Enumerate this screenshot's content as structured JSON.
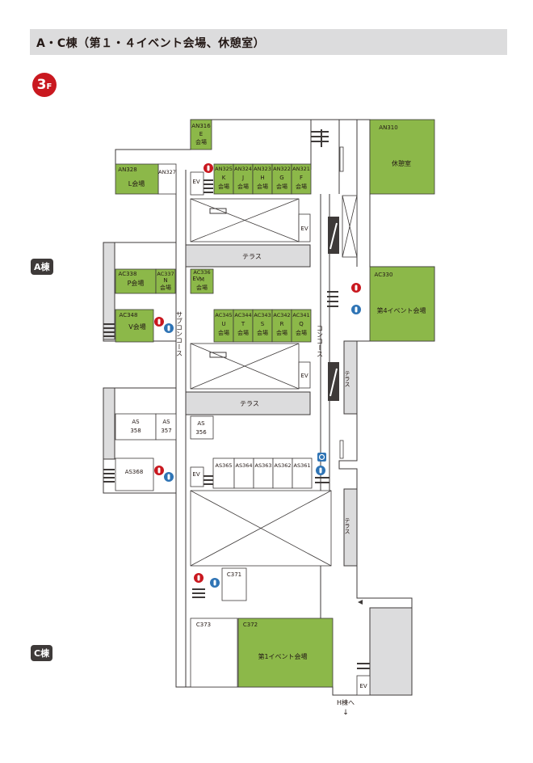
{
  "header": {
    "title": "A・C棟（第１・４イベント会場、休憩室）"
  },
  "floor": {
    "number": "3",
    "suffix": "F"
  },
  "buildings": {
    "a": "A棟",
    "c": "C棟"
  },
  "rooms": {
    "an316": "AN316",
    "an316_letter": "E",
    "an316_kaijo": "会場",
    "an310": "AN310",
    "an310_name": "休憩室",
    "an328": "AN328",
    "an328_name": "L会場",
    "an327": "AN327",
    "an325": "AN325",
    "an325_letter": "K",
    "an324": "AN324",
    "an324_letter": "J",
    "an323": "AN323",
    "an323_letter": "H",
    "an322": "AN322",
    "an322_letter": "G",
    "an321": "AN321",
    "an321_letter": "F",
    "ac338": "AC338",
    "ac338_name": "P会場",
    "ac337": "AC337",
    "ac337_letter": "N",
    "ac336": "AC336",
    "ac336_letter": "M",
    "ac330": "AC330",
    "ac330_name": "第4イベント会場",
    "ac348": "AC348",
    "ac348_name": "V会場",
    "ac345": "AC345",
    "ac345_letter": "U",
    "ac344": "AC344",
    "ac344_letter": "T",
    "ac343": "AC343",
    "ac343_letter": "S",
    "ac342": "AC342",
    "ac342_letter": "R",
    "ac341": "AC341",
    "ac341_letter": "Q",
    "as358": "AS",
    "as358_num": "358",
    "as357": "AS",
    "as357_num": "357",
    "as356": "AS",
    "as356_num": "356",
    "as368": "AS368",
    "as365": "AS365",
    "as364": "AS364",
    "as363": "AS363",
    "as362": "AS362",
    "as361": "AS361",
    "c371": "C371",
    "c373": "C373",
    "c372": "C372",
    "c372_name": "第1イベント会場",
    "kaijo": "会場"
  },
  "labels": {
    "ev": "EV",
    "terrace": "テラス",
    "sub_concourse": "サブコンコース",
    "concourse": "コンコース",
    "h_building": "H棟へ",
    "down_arrow": "↓"
  },
  "colors": {
    "room_green": "#8cb849",
    "accent_red": "#c9181f",
    "toilet_blue": "#2f74b5",
    "terrace_gray": "#dcdcdd",
    "line": "#3e3a39"
  }
}
